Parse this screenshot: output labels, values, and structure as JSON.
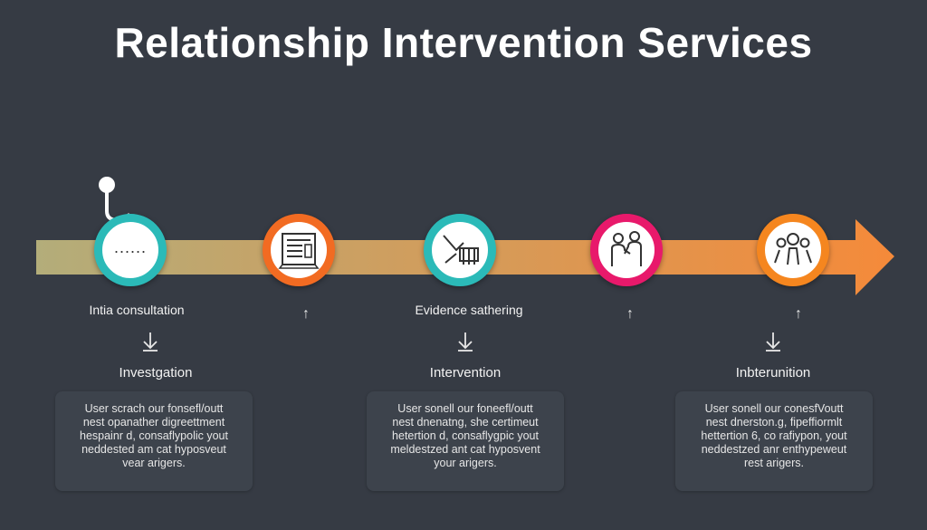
{
  "title": "Relationship Intervention Services",
  "colors": {
    "background": "#363b44",
    "arrow_start": "#b3ad7a",
    "arrow_end": "#f58a3a",
    "teal": "#2bbab8",
    "orange": "#f26b22",
    "magenta": "#e8196b",
    "amber": "#f5861f"
  },
  "steps": [
    {
      "icon": "dots-icon",
      "dots": "......",
      "ring_color": "#2bbab8",
      "label": "Intia consultation"
    },
    {
      "icon": "document-icon",
      "ring_color": "#f26b22",
      "label": ""
    },
    {
      "icon": "handshake-tool-icon",
      "ring_color": "#2bbab8",
      "label": "Evidence sathering"
    },
    {
      "icon": "people-meeting-icon",
      "ring_color": "#e8196b",
      "label": ""
    },
    {
      "icon": "group-icon",
      "ring_color": "#f5861f",
      "label": ""
    }
  ],
  "phases": [
    {
      "title": "Investgation",
      "description": [
        "User scrach our fonsefl/outt",
        "nest opanather digreettment",
        "hespainr d, consaflypolic yout",
        "neddested am cat hyposveut",
        "vear arigers."
      ]
    },
    {
      "title": "Intervention",
      "description": [
        "User sonell our foneefl/outt",
        "nest dnenatng, she certimeut",
        "hetertion d, consaflygpic yout",
        "meldestzed ant cat hyposvent",
        "your arigers."
      ]
    },
    {
      "title": "Inbterunition",
      "description": [
        "User sonell our conesfVoutt",
        "nest dnerston.g, fipeffiormlt",
        "hettertion 6, co rafiypon, yout",
        "neddestzed anr enthypeweut",
        "rest arigers."
      ]
    }
  ]
}
